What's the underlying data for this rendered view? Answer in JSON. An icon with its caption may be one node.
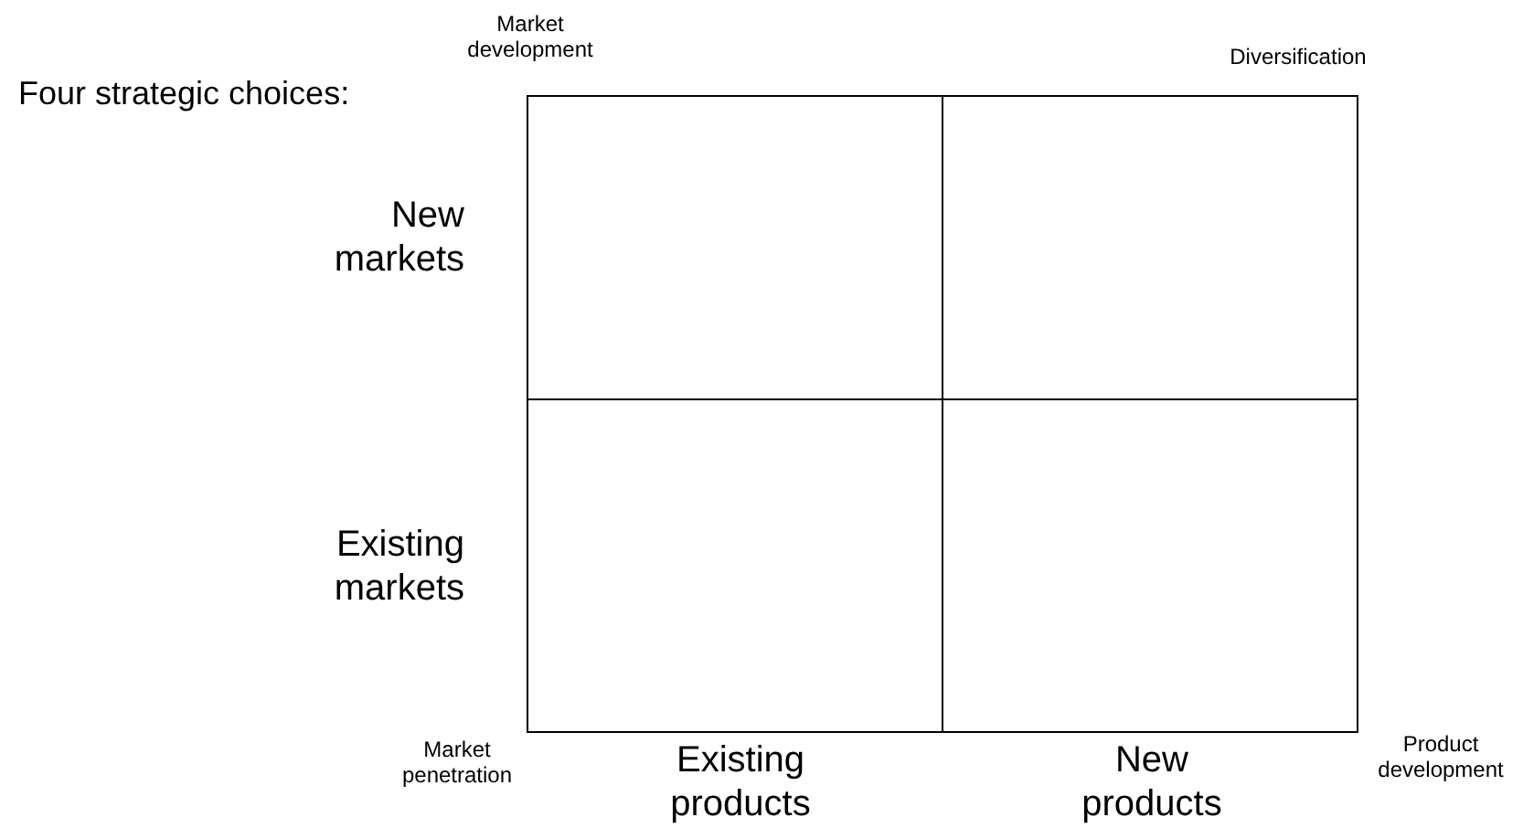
{
  "diagram": {
    "labels": [
      "Market development",
      "Diversification",
      "Four strategic choices:",
      "New markets",
      "Existing markets",
      "Market penetration",
      "Existing products",
      "New products",
      "Product development"
    ]
  }
}
